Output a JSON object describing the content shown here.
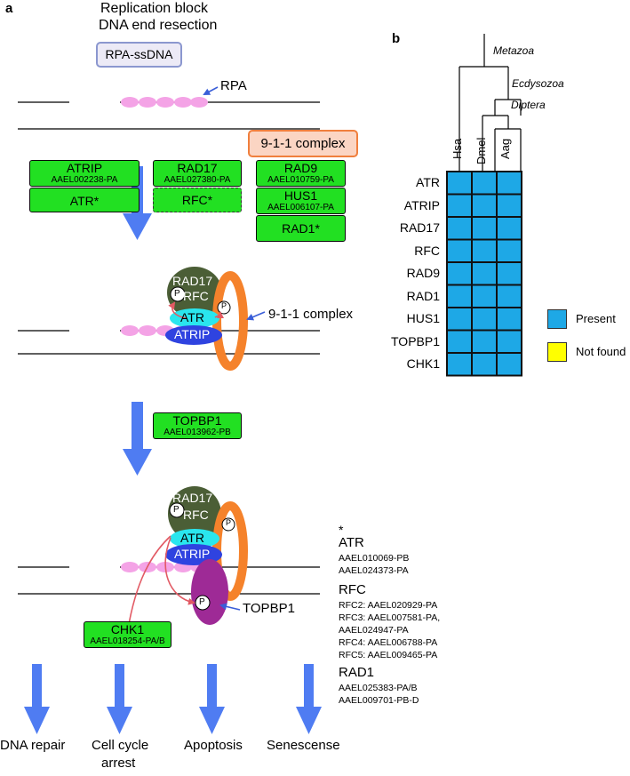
{
  "panel_a": {
    "label": "a",
    "top_caption_1": "Replication block",
    "top_caption_2": "DNA end resection",
    "rpa_ssdna_box": "RPA-ssDNA",
    "rpa_label": "RPA",
    "complex_911_box": "9-1-1 complex",
    "atrip_box": {
      "name": "ATRIP",
      "id": "AAEL002238-PA"
    },
    "atr_box": "ATR*",
    "rad17_box": {
      "name": "RAD17",
      "id": "AAEL027380-PA"
    },
    "rfc_box": "RFC*",
    "rad9_box": {
      "name": "RAD9",
      "id": "AAEL010759-PA"
    },
    "hus1_box": {
      "name": "HUS1",
      "id": "AAEL006107-PA"
    },
    "rad1_box": "RAD1*",
    "complex1": {
      "rad17": "RAD17",
      "rfc": "RFC",
      "atr": "ATR",
      "atrip": "ATRIP",
      "p": "P",
      "arrow_label": "9-1-1 complex"
    },
    "topbp1_box": {
      "name": "TOPBP1",
      "id": "AAEL013962-PB"
    },
    "complex2": {
      "rad17": "RAD17",
      "rfc": "RFC",
      "atr": "ATR",
      "atrip": "ATRIP",
      "p": "P",
      "topbp1_label": "TOPBP1"
    },
    "chk1_box": {
      "name": "CHK1",
      "id": "AAEL018254-PA/B"
    },
    "outcomes": [
      "DNA repair",
      "Cell cycle",
      "arrest",
      "Apoptosis",
      "Senescense"
    ]
  },
  "notes": {
    "star": "*",
    "atr": {
      "gene": "ATR",
      "ids": [
        "AAEL010069-PB",
        "AAEL024373-PA"
      ]
    },
    "rfc": {
      "gene": "RFC",
      "ids": [
        "RFC2: AAEL020929-PA",
        "RFC3: AAEL007581-PA,",
        "AAEL024947-PA",
        "RFC4: AAEL006788-PA",
        "RFC5: AAEL009465-PA"
      ]
    },
    "rad1": {
      "gene": "RAD1",
      "ids": [
        "AAEL025383-PA/B",
        "AAEL009701-PB-D"
      ]
    }
  },
  "panel_b": {
    "label": "b",
    "clades": [
      "Metazoa",
      "Ecdysozoa",
      "Diptera"
    ],
    "species": [
      "Hsa",
      "Dmel",
      "Aag"
    ],
    "genes": [
      "ATR",
      "ATRIP",
      "RAD17",
      "RFC",
      "RAD9",
      "RAD1",
      "HUS1",
      "TOPBP1",
      "CHK1"
    ],
    "matrix": [
      [
        "present",
        "present",
        "present"
      ],
      [
        "present",
        "present",
        "present"
      ],
      [
        "present",
        "present",
        "present"
      ],
      [
        "present",
        "present",
        "present"
      ],
      [
        "present",
        "present",
        "present"
      ],
      [
        "present",
        "present",
        "present"
      ],
      [
        "present",
        "present",
        "present"
      ],
      [
        "present",
        "present",
        "present"
      ],
      [
        "present",
        "present",
        "present"
      ]
    ],
    "legend": [
      {
        "label": "Present",
        "color": "#1ea8e6",
        "key": "present"
      },
      {
        "label": "Not found",
        "color": "#ffff00",
        "key": "not_found"
      }
    ]
  },
  "colors": {
    "green_box": "#22e022",
    "blue_arrow": "#4f7cf2",
    "rad17_rfc": "#4b5e36",
    "atr": "#2ae6ee",
    "atrip": "#2f43e0",
    "ring_911": "#f5822b",
    "topbp1": "#9e2a96",
    "rpa": "#f4a3e6",
    "red_arrow": "#e25a64",
    "present": "#1ea8e6",
    "not_found": "#ffff00"
  }
}
